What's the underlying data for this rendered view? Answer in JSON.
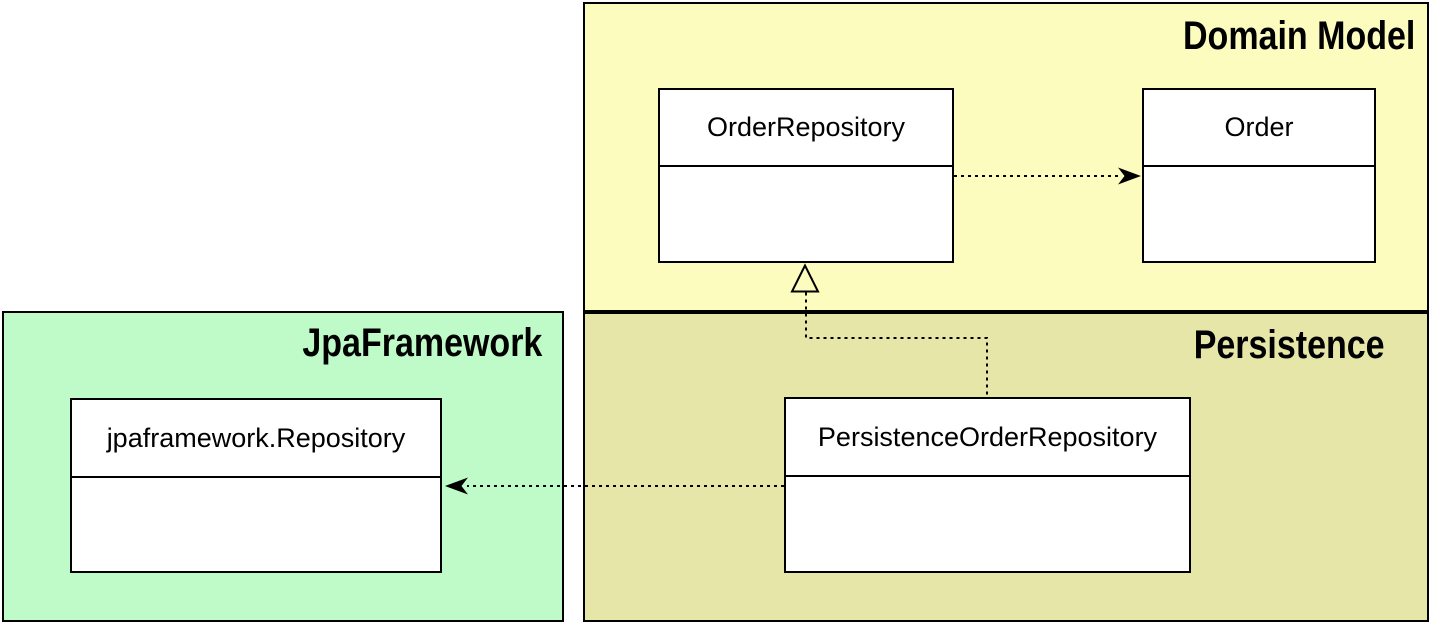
{
  "diagram": {
    "type": "uml-class-diagram",
    "packages": [
      {
        "name": "Domain Model",
        "classes": [
          "OrderRepository",
          "Order"
        ]
      },
      {
        "name": "Persistence",
        "classes": [
          "PersistenceOrderRepository"
        ]
      },
      {
        "name": "JpaFramework",
        "classes": [
          "jpaframework.Repository"
        ]
      }
    ],
    "relationships": [
      {
        "from": "OrderRepository",
        "to": "Order",
        "type": "dependency",
        "line": "dashed",
        "arrowhead": "filled-arrow"
      },
      {
        "from": "PersistenceOrderRepository",
        "to": "OrderRepository",
        "type": "realization",
        "line": "dashed",
        "arrowhead": "hollow-triangle"
      },
      {
        "from": "PersistenceOrderRepository",
        "to": "jpaframework.Repository",
        "type": "dependency",
        "line": "dashed",
        "arrowhead": "filled-arrow"
      }
    ]
  },
  "colors": {
    "domain-fill": "#FCFCBE",
    "persistence-fill": "#E6E6A9",
    "jpa-fill": "#BEFBC8",
    "class-fill": "#FFFFFF",
    "line": "#000000"
  }
}
